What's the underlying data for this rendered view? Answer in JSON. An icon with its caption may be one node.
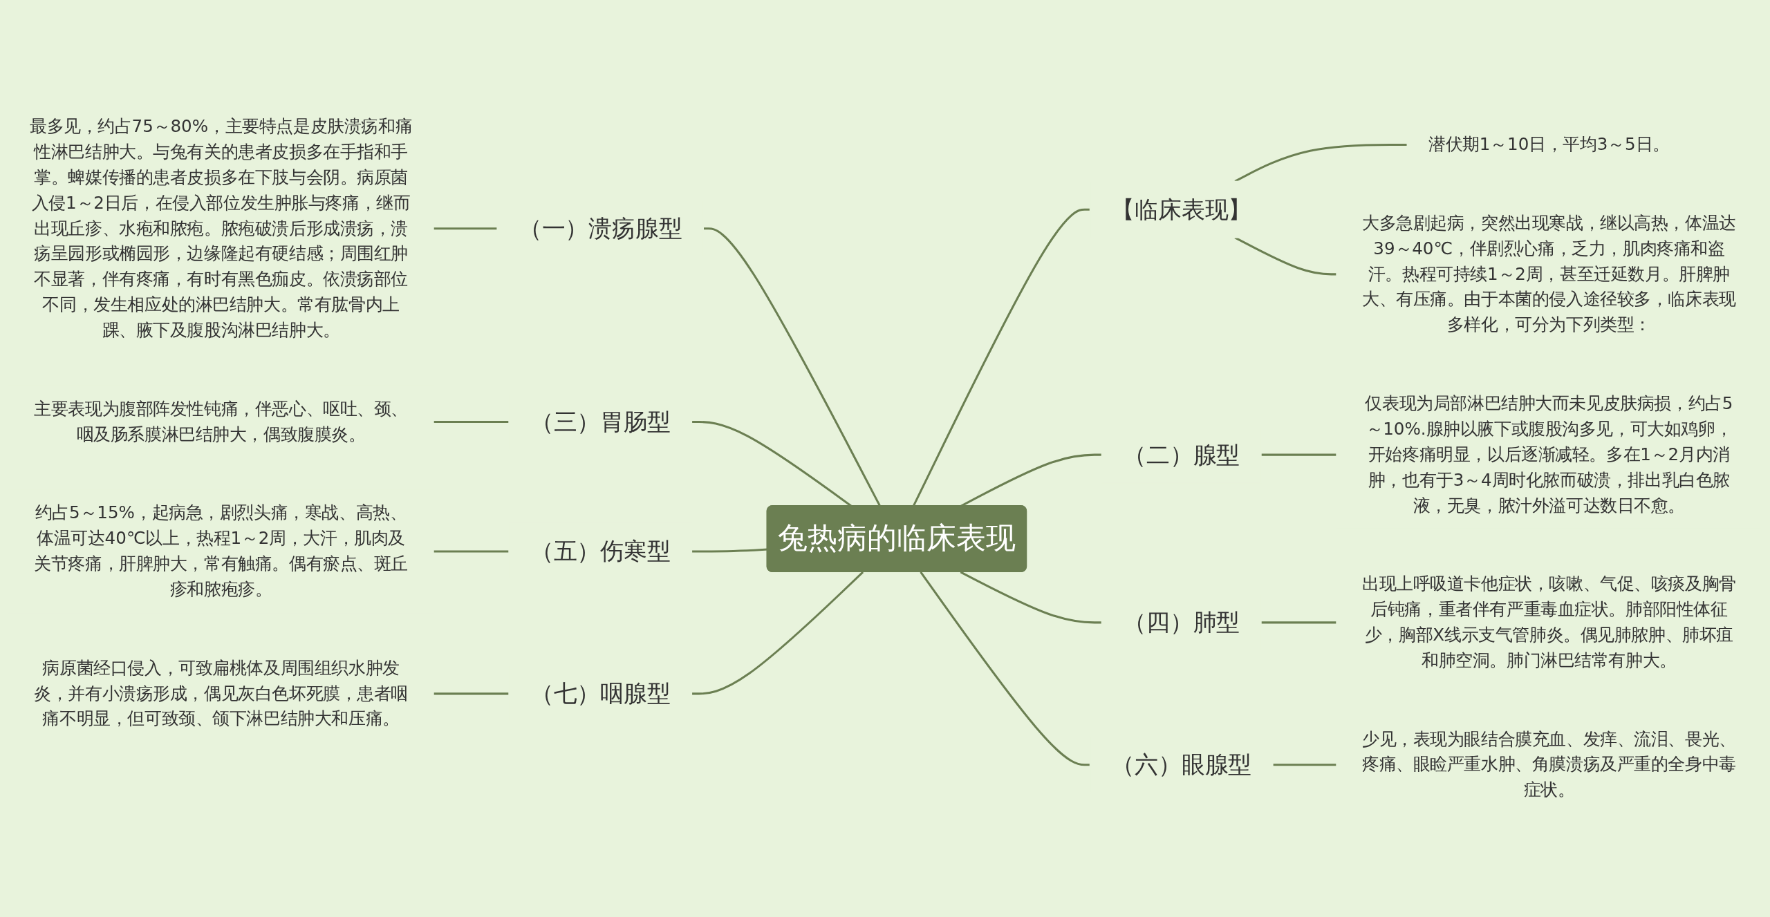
{
  "diagram": {
    "nodes": [
      {
        "text": [
          "兔热病的临床表现"
        ]
      },
      {
        "text": [
          "（一）溃疡腺型"
        ]
      },
      {
        "text": [
          "最多见，约占75～80%，主要特点是皮肤溃疡和痛性淋巴结肿大。与兔有关的患者皮损多在手指和手掌。蜱媒传播的患者皮损多在下肢与会阴。病原菌入侵1～2日后，在侵入部位发生肿胀与疼痛，继而出现丘疹、水疱和脓疱。脓疱破溃后形成溃疡，溃疡呈园形或椭园形，边缘隆起有硬结感；周围红肿不显著，伴有疼痛，有时有黑色痂皮。依溃疡部位不同，发生相应处的淋巴结肿大。常有肱骨内上踝、腋下及腹股沟淋巴结肿大。"
        ]
      },
      {
        "text": [
          "（三）胃肠型"
        ]
      },
      {
        "text": [
          "主要表现为腹部阵发性钝痛，伴恶心、呕吐、颈、咽及肠系膜淋巴结肿大，偶致腹膜炎。"
        ]
      },
      {
        "text": [
          "（五）伤寒型"
        ]
      },
      {
        "text": [
          "约占5～15%，起病急，剧烈头痛，寒战、高热、体温可达40℃以上，热程1～2周，大汗，肌肉及关节疼痛，肝脾肿大，常有触痛。偶有瘀点、斑丘疹和脓疱疹。"
        ]
      },
      {
        "text": [
          "（七）咽腺型"
        ]
      },
      {
        "text": [
          "病原菌经口侵入，可致扁桃体及周围组织水肿发炎，并有小溃疡形成，偶见灰白色坏死膜，患者咽痛不明显，但可致颈、颌下淋巴结肿大和压痛。"
        ]
      },
      {
        "text": [
          "【临床表现】"
        ]
      },
      {
        "text": [
          "潜伏期1～10日，平均3～5日。"
        ]
      },
      {
        "text": [
          "大多急剧起病，突然出现寒战，继以高热，体温达39～40℃，伴剧烈心痛，乏力，肌肉疼痛和盗汗。热程可持续1～2周，甚至迁延数月。肝脾肿大、有压痛。由于本菌的侵入途径较多，临床表现多样化，可分为下列类型："
        ]
      },
      {
        "text": [
          "（二）腺型"
        ]
      },
      {
        "text": [
          "仅表现为局部淋巴结肿大而未见皮肤病损，约占5～10%.腺肿以腋下或腹股沟多见，可大如鸡卵，开始疼痛明显，以后逐渐减轻。多在1～2月内消肿，也有于3～4周时化脓而破溃，排出乳白色脓液，无臭，脓汁外溢可达数日不愈。"
        ]
      },
      {
        "text": [
          "（四）肺型"
        ]
      },
      {
        "text": [
          "出现上呼吸道卡他症状，咳嗽、气促、咳痰及胸骨后钝痛，重者伴有严重毒血症状。肺部阳性体征少，胸部X线示支气管肺炎。偶见肺脓肿、肺坏疽和肺空洞。肺门淋巴结常有肿大。"
        ]
      },
      {
        "text": [
          "（六）眼腺型"
        ]
      },
      {
        "text": [
          "少见，表现为眼结合膜充血、发痒、流泪、畏光、疼痛、眼睑严重水肿、角膜溃疡及严重的全身中毒症状。"
        ]
      }
    ],
    "edges": [
      {
        "from": 0,
        "to": 1,
        "arrow": "none"
      },
      {
        "from": 1,
        "to": 2,
        "arrow": "none"
      },
      {
        "from": 0,
        "to": 3,
        "arrow": "none"
      },
      {
        "from": 3,
        "to": 4,
        "arrow": "none"
      },
      {
        "from": 0,
        "to": 5,
        "arrow": "none"
      },
      {
        "from": 5,
        "to": 6,
        "arrow": "none"
      },
      {
        "from": 0,
        "to": 7,
        "arrow": "none"
      },
      {
        "from": 7,
        "to": 8,
        "arrow": "none"
      },
      {
        "from": 0,
        "to": 9,
        "arrow": "none"
      },
      {
        "from": 9,
        "to": 10,
        "arrow": "none"
      },
      {
        "from": 9,
        "to": 11,
        "arrow": "none"
      },
      {
        "from": 0,
        "to": 12,
        "arrow": "none"
      },
      {
        "from": 12,
        "to": 13,
        "arrow": "none"
      },
      {
        "from": 0,
        "to": 14,
        "arrow": "none"
      },
      {
        "from": 14,
        "to": 15,
        "arrow": "none"
      },
      {
        "from": 0,
        "to": 16,
        "arrow": "none"
      },
      {
        "from": 16,
        "to": 17,
        "arrow": "none"
      }
    ]
  }
}
